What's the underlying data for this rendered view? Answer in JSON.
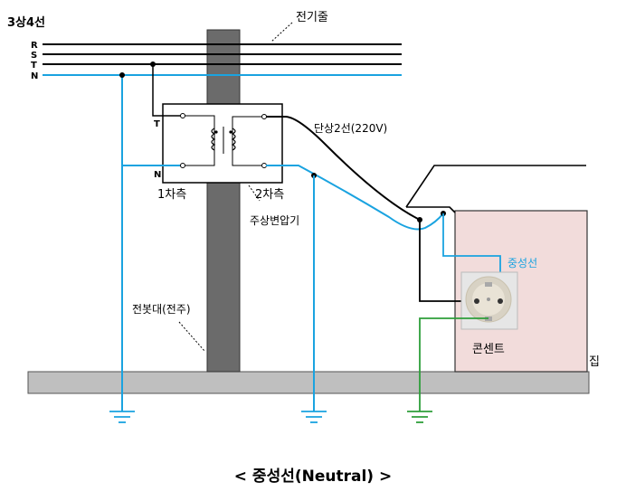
{
  "labels": {
    "three_phase": "3상4선",
    "phase_r": "R",
    "phase_s": "S",
    "phase_t": "T",
    "phase_n": "N",
    "power_line": "전기줄",
    "single_phase": "단상2선(220V)",
    "tap_t": "T",
    "tap_n": "N",
    "primary": "1차측",
    "secondary": "2차측",
    "pole_transformer": "주상변압기",
    "utility_pole": "전봇대(전주)",
    "neutral_wire": "중성선",
    "outlet": "콘센트",
    "house": "집",
    "caption": "< 중성선(Neutral) >"
  },
  "colors": {
    "neutral": "#1aa3e0",
    "ground": "#2e9e3a",
    "pole": "#6b6b6b",
    "house_fill": "#f2dcdb",
    "ground_bar": "#bfbfbf",
    "line": "#000000"
  }
}
